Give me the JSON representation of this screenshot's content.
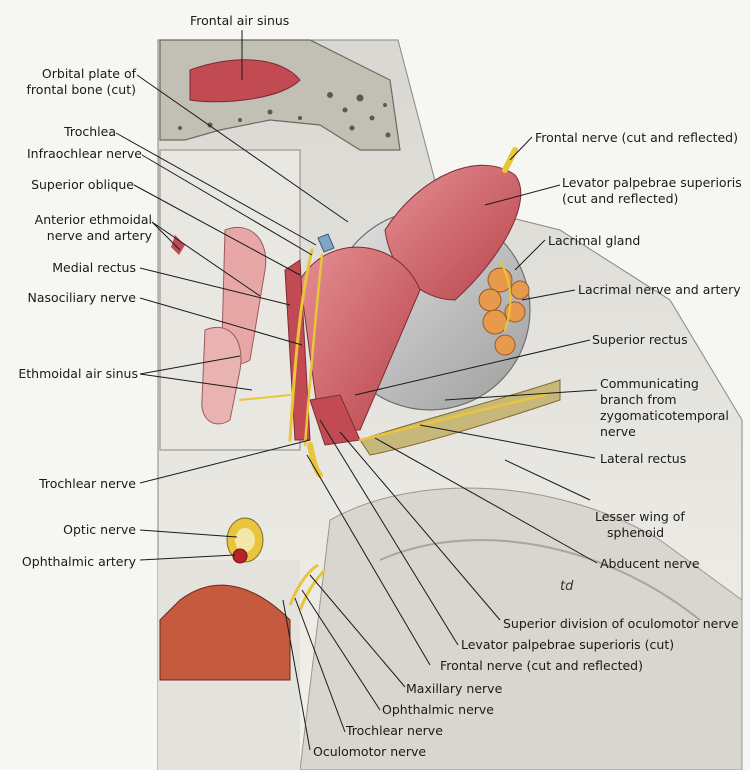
{
  "labels": {
    "frontal_air_sinus": "Frontal air sinus",
    "orbital_plate_1": "Orbital plate of",
    "orbital_plate_2": "frontal bone (cut)",
    "trochlea": "Trochlea",
    "infratrochlear_nerve": "Infraochlear nerve",
    "superior_oblique": "Superior oblique",
    "anterior_ethmoidal_1": "Anterior ethmoidal",
    "anterior_ethmoidal_2": "nerve and artery",
    "medial_rectus": "Medial rectus",
    "nasociliary_nerve": "Nasociliary nerve",
    "ethmoidal_air_sinus": "Ethmoidal air sinus",
    "trochlear_nerve_left": "Trochlear nerve",
    "optic_nerve": "Optic nerve",
    "ophthalmic_artery": "Ophthalmic artery",
    "frontal_nerve_right": "Frontal nerve (cut and reflected)",
    "levator_1": "Levator palpebrae superioris",
    "levator_2": "(cut and reflected)",
    "lacrimal_gland": "Lacrimal gland",
    "lacrimal_nerve_artery": "Lacrimal nerve and artery",
    "superior_rectus": "Superior rectus",
    "communicating_1": "Communicating",
    "communicating_2": "branch from",
    "communicating_3": "zygomaticotemporal",
    "communicating_4": "nerve",
    "lateral_rectus": "Lateral rectus",
    "lesser_wing_1": "Lesser wing of",
    "lesser_wing_2": "sphenoid",
    "abducent_nerve": "Abducent nerve",
    "superior_division": "Superior division of oculomotor nerve",
    "levator_cut": "Levator palpebrae superioris (cut)",
    "frontal_nerve_bottom": "Frontal nerve (cut and reflected)",
    "maxillary_nerve": "Maxillary nerve",
    "ophthalmic_nerve": "Ophthalmic nerve",
    "trochlear_nerve_bottom": "Trochlear nerve",
    "oculomotor_nerve": "Oculomotor nerve",
    "signature": "td"
  },
  "colors": {
    "muscle": "#c9545c",
    "muscle_light": "#e08a8e",
    "nerve": "#e8c53a",
    "bone": "#ecebe6",
    "bone_shadow": "#b7b3ad",
    "artery": "#b8222a",
    "text": "#1a1a1a"
  }
}
